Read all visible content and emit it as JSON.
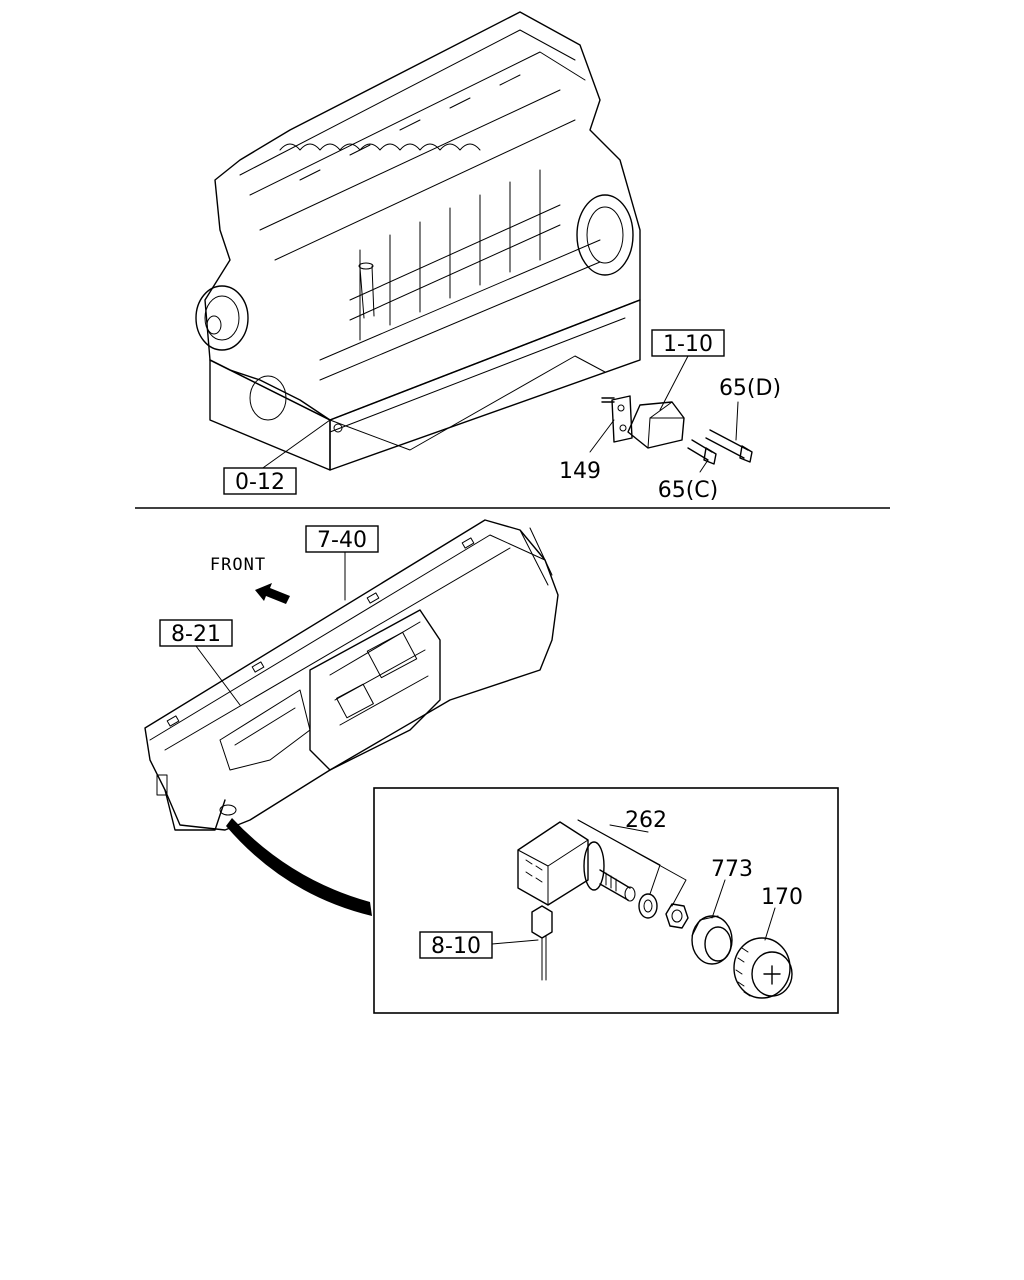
{
  "diagram": {
    "callouts": {
      "engine_ref": "0-12",
      "bracket_ref": "1-10",
      "part_149": "149",
      "bolt_d": "65(D)",
      "bolt_c": "65(C)",
      "dash_ref": "7-40",
      "panel_ref": "8-21",
      "front_label": "FRONT",
      "switch_part": "262",
      "nut_part": "773",
      "knob_part": "170",
      "harness_ref": "8-10"
    }
  }
}
